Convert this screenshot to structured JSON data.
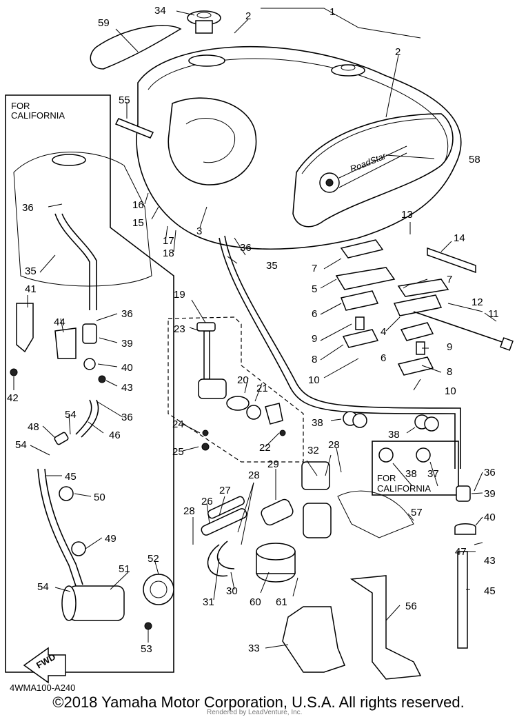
{
  "diagram": {
    "drawing_code": "4WMA100-A240",
    "copyright": "©2018 Yamaha Motor Corporation, U.S.A. All rights reserved.",
    "rendered_by": "Rendered by LeadVenture, Inc.",
    "california_inset_title": "FOR CALIFORNIA",
    "california_box_label": "FOR CALIFORNIA",
    "fwd_label": "FWD",
    "tank_badge": "RoadStar"
  },
  "callouts": [
    "1",
    "2",
    "2",
    "3",
    "4",
    "5",
    "6",
    "6",
    "7",
    "7",
    "8",
    "8",
    "9",
    "9",
    "10",
    "10",
    "11",
    "12",
    "13",
    "14",
    "15",
    "16",
    "17",
    "18",
    "19",
    "20",
    "21",
    "22",
    "23",
    "24",
    "25",
    "26",
    "27",
    "28",
    "28",
    "28",
    "29",
    "30",
    "31",
    "32",
    "33",
    "34",
    "35",
    "35",
    "36",
    "36",
    "36",
    "36",
    "36",
    "37",
    "38",
    "38",
    "38",
    "39",
    "39",
    "40",
    "40",
    "41",
    "42",
    "43",
    "43",
    "44",
    "45",
    "45",
    "46",
    "47",
    "48",
    "49",
    "50",
    "51",
    "52",
    "53",
    "54",
    "54",
    "54",
    "55",
    "56",
    "57",
    "58",
    "59",
    "60",
    "61"
  ]
}
